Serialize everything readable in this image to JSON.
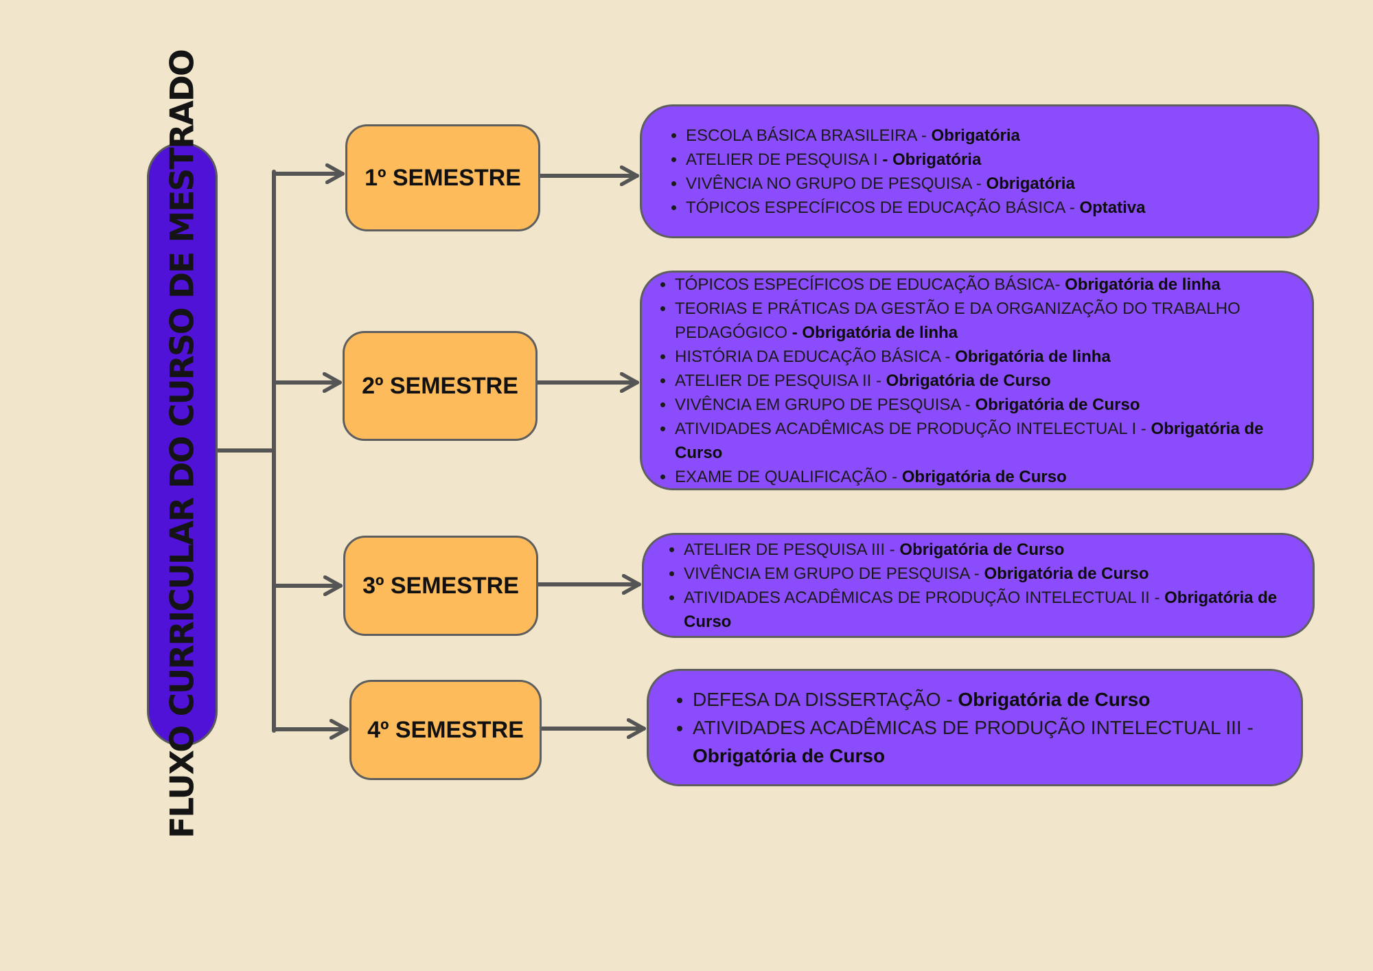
{
  "title": "FLUXO CURRICULAR DO CURSO DE MESTRADO",
  "colors": {
    "background": "#f1e6cc",
    "title_fill": "#5112d8",
    "semester_fill": "#fdbb5b",
    "content_fill": "#8b4cfb",
    "connector": "#555555"
  },
  "semesters": [
    {
      "label": "1º SEMESTRE",
      "items": [
        {
          "name": "ESCOLA BÁSICA BRASILEIRA - ",
          "status": "Obrigatória"
        },
        {
          "name": "ATELIER DE PESQUISA I ",
          "status": "- Obrigatória"
        },
        {
          "name": "VIVÊNCIA NO GRUPO DE PESQUISA - ",
          "status": "Obrigatória"
        },
        {
          "name": "TÓPICOS ESPECÍFICOS DE EDUCAÇÃO BÁSICA  - ",
          "status": "Optativa"
        }
      ]
    },
    {
      "label": "2º SEMESTRE",
      "items": [
        {
          "name": "TÓPICOS ESPECÍFICOS DE EDUCAÇÃO BÁSICA- ",
          "status": "Obrigatória de linha"
        },
        {
          "name": "TEORIAS E PRÁTICAS DA GESTÃO E DA ORGANIZAÇÃO DO TRABALHO PEDAGÓGICO ",
          "status": "- Obrigatória de linha"
        },
        {
          "name": "HISTÓRIA DA EDUCAÇÃO BÁSICA - ",
          "status": "Obrigatória de linha"
        },
        {
          "name": "ATELIER DE PESQUISA II - ",
          "status": "Obrigatória de Curso"
        },
        {
          "name": "VIVÊNCIA EM GRUPO DE PESQUISA - ",
          "status": "Obrigatória de Curso"
        },
        {
          "name": "ATIVIDADES ACADÊMICAS DE PRODUÇÃO INTELECTUAL I - ",
          "status": "Obrigatória de Curso"
        },
        {
          "name": "EXAME DE QUALIFICAÇÃO - ",
          "status": "Obrigatória de Curso"
        }
      ]
    },
    {
      "label": "3º SEMESTRE",
      "items": [
        {
          "name": "ATELIER DE PESQUISA III - ",
          "status": "Obrigatória de Curso"
        },
        {
          "name": "VIVÊNCIA EM GRUPO DE PESQUISA  - ",
          "status": "Obrigatória de Curso"
        },
        {
          "name": "ATIVIDADES ACADÊMICAS DE PRODUÇÃO INTELECTUAL II - ",
          "status": "Obrigatória de Curso"
        }
      ]
    },
    {
      "label": "4º SEMESTRE",
      "items": [
        {
          "name": "DEFESA DA DISSERTAÇÃO - ",
          "status": "Obrigatória de Curso"
        },
        {
          "name": "ATIVIDADES ACADÊMICAS DE PRODUÇÃO INTELECTUAL III  - ",
          "status": "Obrigatória de Curso"
        }
      ]
    }
  ]
}
